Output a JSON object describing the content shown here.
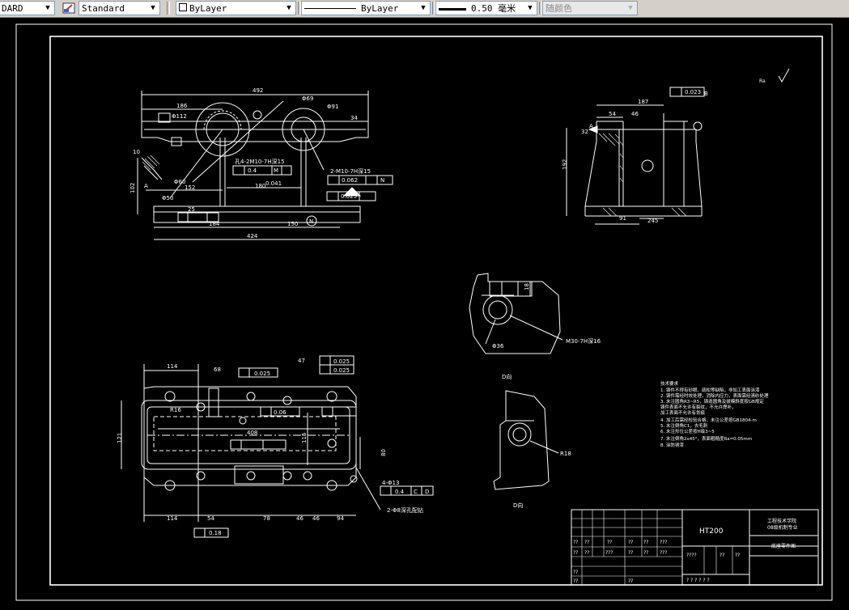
{
  "toolbar": {
    "text_style_tail": "DARD",
    "text_style": "Standard",
    "layer": "ByLayer",
    "linetype": "ByLayer",
    "lineweight_value": "0.50",
    "lineweight_unit": "毫米",
    "color": "随颜色"
  },
  "drawing": {
    "front_view": {
      "dims": [
        "492",
        "186",
        "Φ112",
        "Φ60",
        "Φ91",
        "Φ69",
        "34",
        "102",
        "152",
        "180",
        "184",
        "150",
        "424",
        "Φ50",
        "10",
        "25"
      ],
      "hole_labels": [
        "孔4-2M10-7H深15",
        "2-M10-7H深15"
      ],
      "tolerances": [
        "0.4",
        "0.041",
        "0.062",
        "0.025"
      ],
      "datums": [
        "M",
        "N",
        "N",
        "A"
      ]
    },
    "side_view": {
      "dims": [
        "187",
        "54",
        "46",
        "32",
        "192",
        "91",
        "245",
        "0.023"
      ],
      "datums": [
        "B",
        "A"
      ]
    },
    "detail_view": {
      "dims": [
        "18",
        "M30-7H深16",
        "Φ36"
      ]
    },
    "section_view": {
      "labels": [
        "D向",
        "R18",
        "D向"
      ]
    },
    "top_view": {
      "dims": [
        "114",
        "68",
        "47",
        "0.025",
        "0.025",
        "0.025",
        "R16",
        "408",
        "121",
        "115",
        "80",
        "114",
        "54",
        "78",
        "46",
        "46",
        "94",
        "0.18",
        "4-Φ13",
        "0.4",
        "C",
        "D",
        "0.06"
      ],
      "labels": [
        "2-Φ8深孔配钻"
      ]
    },
    "notes": {
      "title": "技术要求",
      "items": [
        "1. 铸件不得有砂眼、疏松等缺陷，非加工表面涂漆",
        "2. 铸件需经时效处理，消除内应力，表面需经清砂处理",
        "3. 未注圆角R3~R5，铸造圆角及拔模斜度按GB规定",
        "   铸件表面不允许有裂纹，不允许焊补，",
        "   加工表面不允许有划痕",
        "4. 加工后需经检验合格，未注公差按GB1804-m",
        "5. 未注倒角C1，去毛刺",
        "6. 未注形位公差按H级3~5",
        "7. 未注倒角2x45°，表面粗糙度Ra=0.05mm",
        "8. 涂防锈漆"
      ]
    },
    "roughness": "Ra"
  },
  "title_block": {
    "material": "HT200",
    "school_line1": "工程技术学院",
    "school_line2": "08级机制专业",
    "part_name": "底座零件图",
    "placeholder": "??",
    "placeholder_long": "???",
    "placeholder_code": "????",
    "sheet": "? ? ?  ? ? ?"
  }
}
